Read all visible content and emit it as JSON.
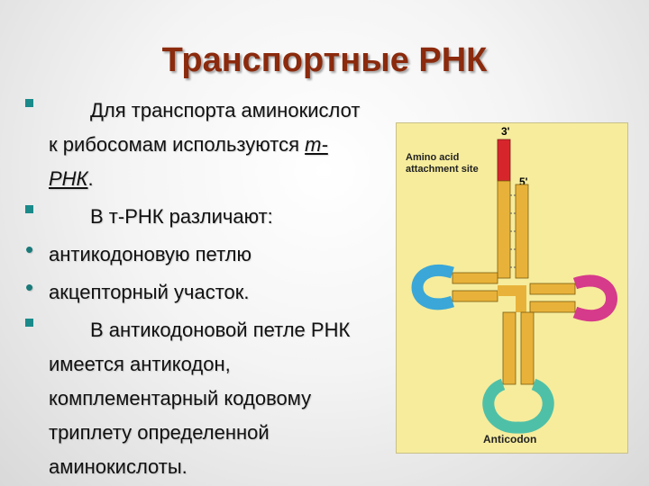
{
  "slide": {
    "title": "Транспортные РНК",
    "bullets": [
      {
        "marker": "square",
        "lines": [
          "Для транспорта аминокислот",
          "к рибосомам используются ",
          "РНК",
          "."
        ],
        "italic_part": "т-",
        "italic_rest": "РНК"
      },
      {
        "marker": "square",
        "lines": [
          "В т-РНК различают:"
        ]
      },
      {
        "marker": "dot",
        "lines": [
          "антикодоновую петлю"
        ]
      },
      {
        "marker": "dot",
        "lines": [
          "акцепторный участок."
        ]
      },
      {
        "marker": "square",
        "lines": [
          "В антикодоновой петле РНК",
          "имеется антикодон,",
          "комплементарный кодовому",
          "триплету определенной",
          "аминокислоты."
        ]
      }
    ]
  },
  "figure": {
    "label_site_1": "Amino acid",
    "label_site_2": "attachment site",
    "label_anticodon": "Anticodon",
    "label_3prime": "3'",
    "label_5prime": "5'",
    "colors": {
      "stem": "#e8b23a",
      "dhu_loop": "#3aa7d8",
      "tpsic_loop": "#d63a8a",
      "anticodon_loop": "#4fc0a8",
      "acceptor": "#d6262c"
    }
  }
}
